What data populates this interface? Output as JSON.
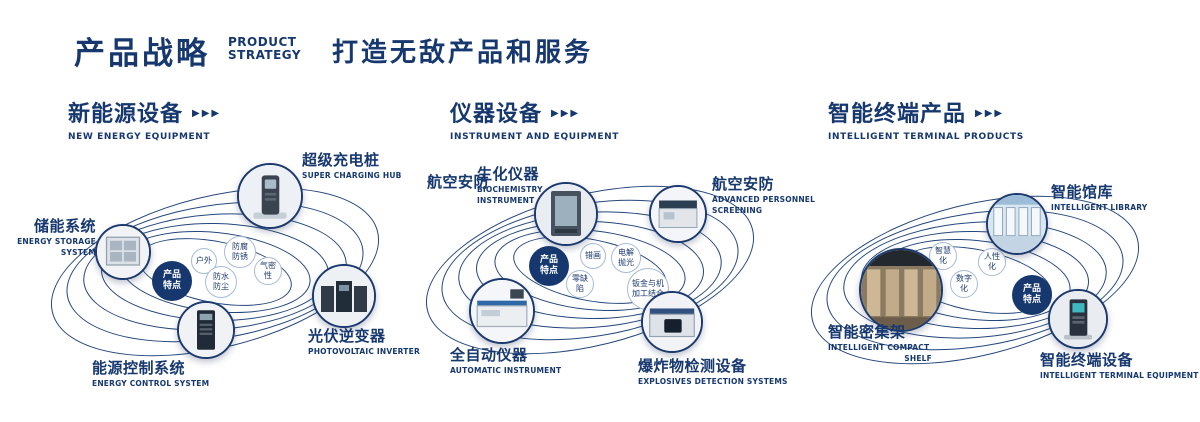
{
  "colors": {
    "navy": "#16386f",
    "orbit_line": "#24477c",
    "bubble_border": "#a6bbd6"
  },
  "header": {
    "title": "产品战略",
    "subtitle_top": "PRODUCT",
    "subtitle_bottom": "STRATEGY",
    "tagline": "打造无敌产品和服务"
  },
  "icons": {
    "triple_arrow": "▶▶▶"
  },
  "center_badge": {
    "line1": "产品",
    "line2": "特点"
  },
  "sections": [
    {
      "title": "新能源设备",
      "subtitle": "NEW ENERGY EQUIPMENT",
      "features": [
        "户外",
        "防腐防锈",
        "防水防尘",
        "气密性"
      ],
      "products": [
        {
          "name": "超级充电桩",
          "en1": "SUPER CHARGING HUB"
        },
        {
          "name": "储能系统",
          "en1": "ENERGY STORAGE",
          "en2": "SYSTEM"
        },
        {
          "name": "光伏逆变器",
          "en1": "PHOTOVOLTAIC INVERTER"
        },
        {
          "name": "能源控制系统",
          "en1": "ENERGY CONTROL SYSTEM"
        }
      ]
    },
    {
      "title": "仪器设备",
      "subtitle": "INSTRUMENT AND EQUIPMENT",
      "extra_label": "航空安防",
      "features": [
        "错画",
        "电解抛光",
        "零缺陷",
        "钣金与机加工结合"
      ],
      "products": [
        {
          "name": "生化仪器",
          "en1": "BIOCHEMISTRY",
          "en2": "INSTRUMENT"
        },
        {
          "name": "航空安防",
          "en1": "ADVANCED PERSONNEL",
          "en2": "SCREENING"
        },
        {
          "name": "全自动仪器",
          "en1": "AUTOMATIC INSTRUMENT"
        },
        {
          "name": "爆炸物检测设备",
          "en1": "EXPLOSIVES DETECTION SYSTEMS"
        }
      ]
    },
    {
      "title": "智能终端产品",
      "subtitle": "INTELLIGENT TERMINAL PRODUCTS",
      "features": [
        "智慧化",
        "人性化",
        "数字化"
      ],
      "products": [
        {
          "name": "智能馆库",
          "en1": "INTELLIGENT LIBRARY"
        },
        {
          "name": "智能密集架",
          "en1": "INTELLIGENT COMPACT",
          "en2": "SHELF"
        },
        {
          "name": "智能终端设备",
          "en1": "INTELLIGENT TERMINAL EQUIPMENT"
        }
      ]
    }
  ]
}
